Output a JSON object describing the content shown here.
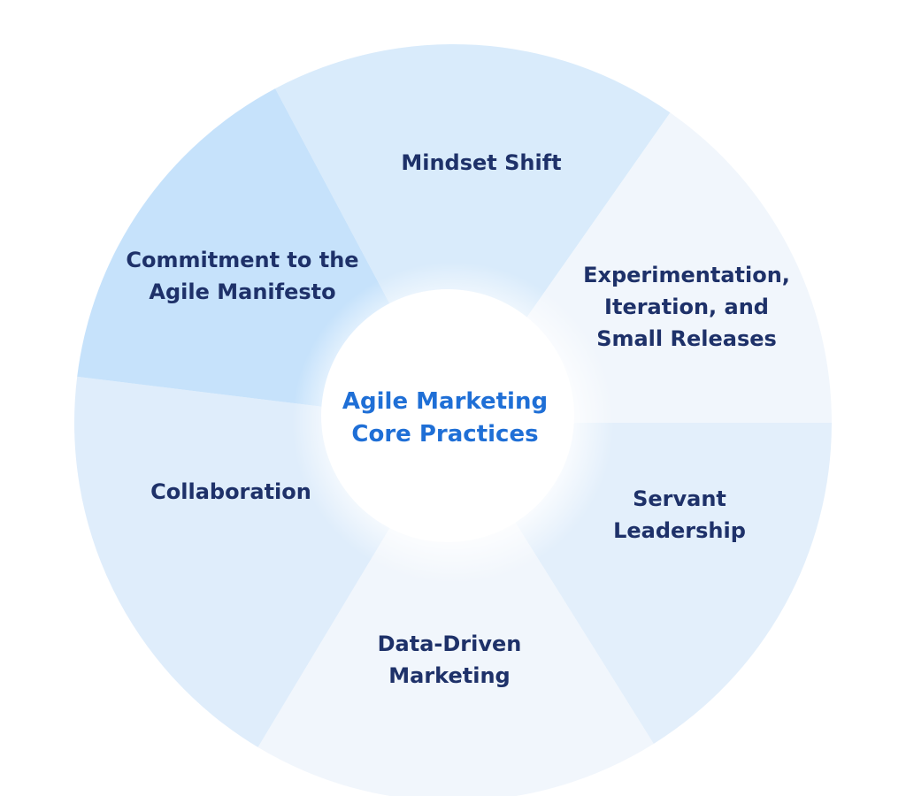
{
  "center": {
    "line1": "Agile Marketing",
    "line2": "Core Practices"
  },
  "segments": [
    {
      "id": "mindset",
      "lines": [
        "Mindset Shift"
      ],
      "color": "#d9ebfb"
    },
    {
      "id": "experimentation",
      "lines": [
        "Experimentation,",
        "Iteration, and",
        "Small Releases"
      ],
      "color": "#f1f6fc"
    },
    {
      "id": "servant",
      "lines": [
        "Servant",
        "Leadership"
      ],
      "color": "#e3effb"
    },
    {
      "id": "data",
      "lines": [
        "Data-Driven",
        "Marketing"
      ],
      "color": "#f1f6fc"
    },
    {
      "id": "collab",
      "lines": [
        "Collaboration"
      ],
      "color": "#dfedfb"
    },
    {
      "id": "commitment",
      "lines": [
        "Commitment to the",
        "Agile Manifesto"
      ],
      "color": "#c6e2fb"
    }
  ],
  "colors": {
    "segment_text": "#1e3169",
    "center_text": "#1f6fd6"
  }
}
